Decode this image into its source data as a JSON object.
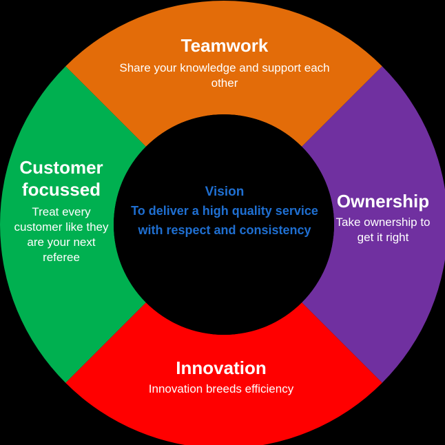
{
  "center": {
    "title": "Vision",
    "text": "To deliver a high quality service with respect and consistency",
    "color": "#000000",
    "text_color": "#1f6fd1"
  },
  "segments": [
    {
      "key": "teamwork",
      "title": "Teamwork",
      "description": "Share your knowledge and support each other",
      "color": "#e36c09"
    },
    {
      "key": "ownership",
      "title": "Ownership",
      "description": "Take ownership to get it right",
      "color": "#7030a0"
    },
    {
      "key": "innovation",
      "title": "Innovation",
      "description": "Innovation breeds efficiency",
      "color": "#ff0000"
    },
    {
      "key": "customer",
      "title": "Customer focussed",
      "description": "Treat every customer like they are your next referee",
      "color": "#00b050"
    }
  ]
}
